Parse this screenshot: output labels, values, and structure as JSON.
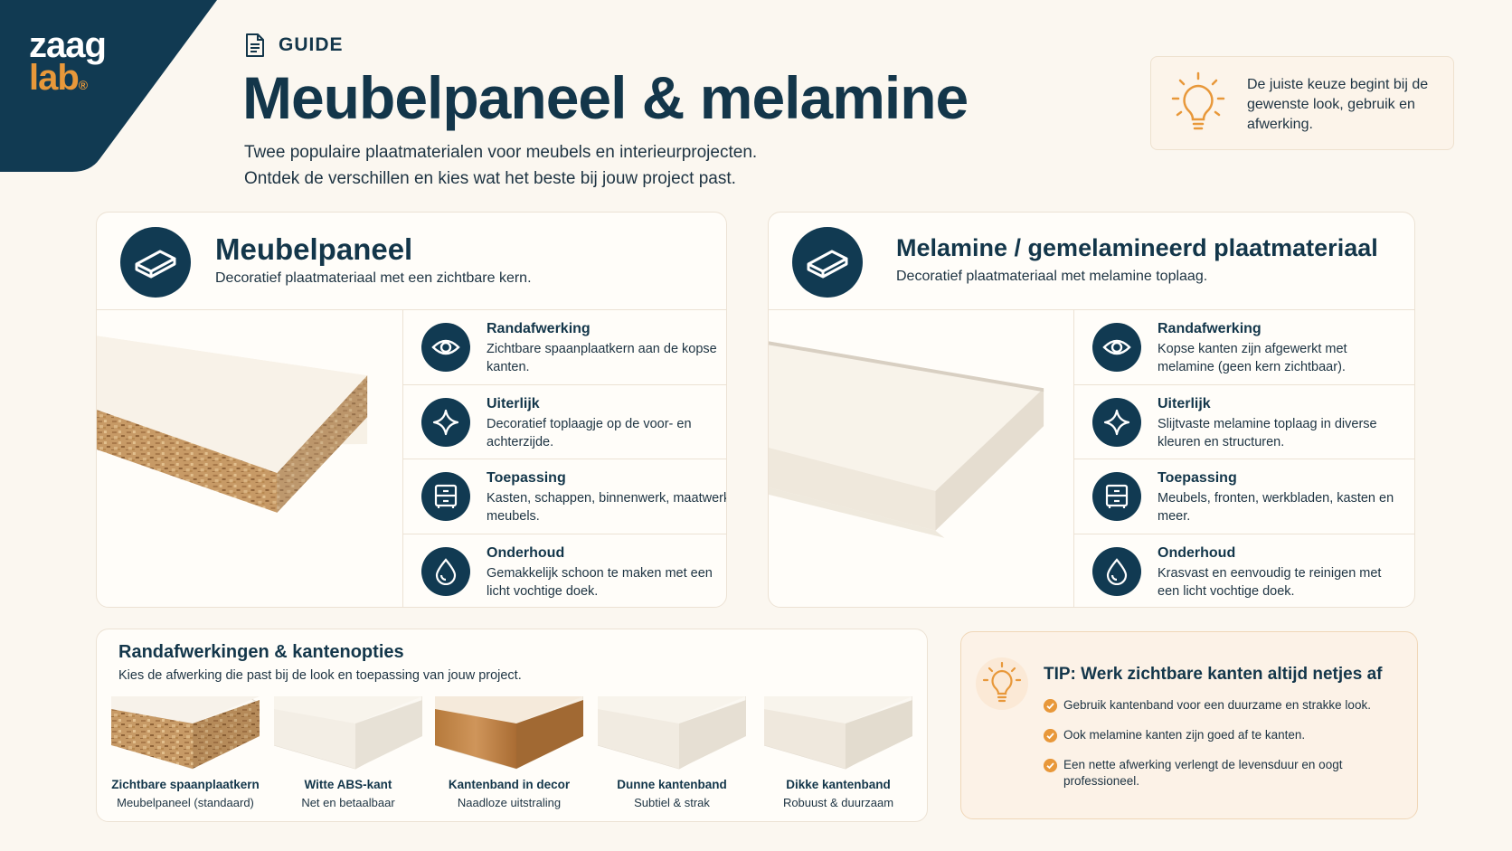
{
  "brand": {
    "word1": "zaag",
    "word2": "lab",
    "mark": "®",
    "colors": {
      "navy": "#113a52",
      "orange": "#e8983a",
      "background": "#fbf7f0"
    }
  },
  "header": {
    "eyebrow": "GUIDE",
    "eyebrow_icon": "document-icon",
    "title": "Meubelpaneel & melamine",
    "intro_line1": "Twee populaire plaatmaterialen voor meubels en interieurprojecten.",
    "intro_line2": "Ontdek de verschillen en kies wat het beste bij jouw project past."
  },
  "top_tip": {
    "icon": "lightbulb-icon",
    "text": "De juiste keuze begint bij de gewenste look, gebruik en afwerking."
  },
  "cards": [
    {
      "title": "Meubelpaneel",
      "subtitle": "Decoratief plaatmateriaal met een zichtbare kern.",
      "features": [
        {
          "icon": "eye-icon",
          "title": "Randafwerking",
          "desc": "Zichtbare spaanplaatkern aan de kopse kanten."
        },
        {
          "icon": "sparkle-icon",
          "title": "Uiterlijk",
          "desc": "Decoratief toplaagje op de voor- en achterzijde."
        },
        {
          "icon": "cabinet-icon",
          "title": "Toepassing",
          "desc": "Kasten, schappen, binnenwerk, maatwerk meubels."
        },
        {
          "icon": "droplet-icon",
          "title": "Onderhoud",
          "desc": "Gemakkelijk schoon te maken met een licht vochtige doek."
        }
      ]
    },
    {
      "title": "Melamine / gemelamineerd plaatmateriaal",
      "subtitle": "Decoratief plaatmateriaal met melamine toplaag.",
      "features": [
        {
          "icon": "eye-icon",
          "title": "Randafwerking",
          "desc": "Kopse kanten zijn afgewerkt met melamine (geen kern zichtbaar)."
        },
        {
          "icon": "sparkle-icon",
          "title": "Uiterlijk",
          "desc": "Slijtvaste melamine toplaag in diverse kleuren en structuren."
        },
        {
          "icon": "cabinet-icon",
          "title": "Toepassing",
          "desc": "Meubels, fronten, werkbladen, kasten en meer."
        },
        {
          "icon": "droplet-icon",
          "title": "Onderhoud",
          "desc": "Krasvast en eenvoudig te reinigen met een licht vochtige doek."
        }
      ]
    }
  ],
  "edges": {
    "title": "Randafwerkingen & kantenopties",
    "subtitle": "Kies de afwerking die past bij de look en toepassing van jouw project.",
    "options": [
      {
        "name": "Zichtbare spaanplaatkern",
        "desc": "Meubelpaneel (standaard)"
      },
      {
        "name": "Witte ABS-kant",
        "desc": "Net en betaalbaar"
      },
      {
        "name": "Kantenband in decor",
        "desc": "Naadloze uitstraling"
      },
      {
        "name": "Dunne kantenband",
        "desc": "Subtiel & strak"
      },
      {
        "name": "Dikke kantenband",
        "desc": "Robuust & duurzaam"
      }
    ]
  },
  "tip": {
    "icon": "lightbulb-icon",
    "title": "TIP: Werk zichtbare kanten altijd netjes af",
    "items": [
      "Gebruik kantenband voor een duurzame en strakke look.",
      "Ook melamine kanten zijn goed af te kanten.",
      "Een nette afwerking verlengt de levensduur en oogt professioneel."
    ]
  }
}
